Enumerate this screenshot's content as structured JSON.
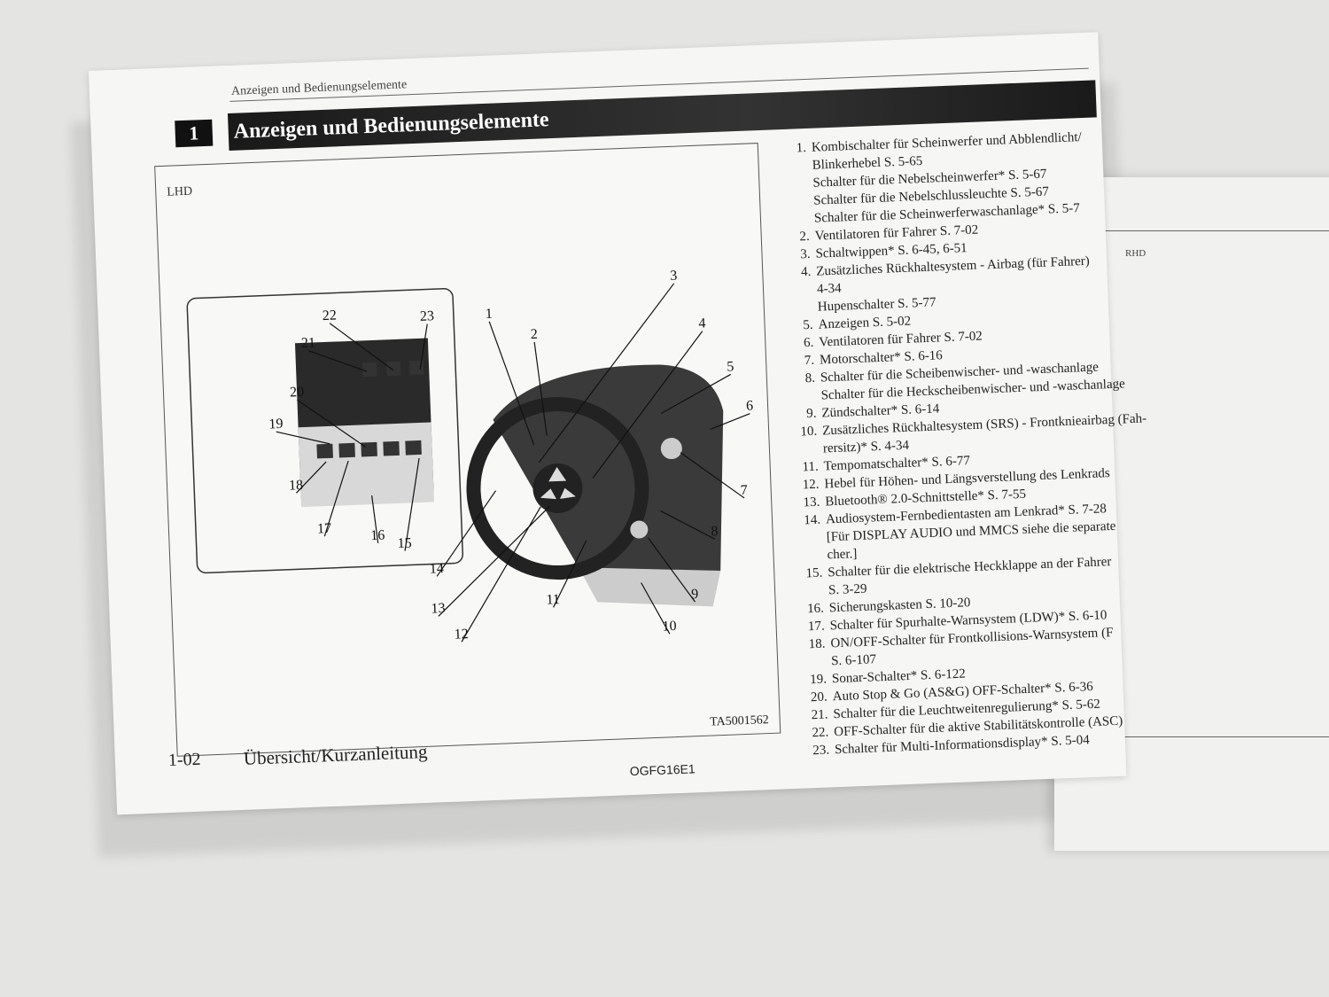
{
  "header": {
    "running_head": "Anzeigen und Bedienungselemente",
    "chapter_number": "1",
    "section_title": "Anzeigen und Bedienungselemente"
  },
  "figure": {
    "variant_label": "LHD",
    "figure_code": "TA5001562",
    "callouts": [
      "1",
      "2",
      "3",
      "4",
      "5",
      "6",
      "7",
      "8",
      "9",
      "10",
      "11",
      "12",
      "13",
      "14",
      "15",
      "16",
      "17",
      "18",
      "19",
      "20",
      "21",
      "22",
      "23"
    ]
  },
  "legend": [
    {
      "num": "1.",
      "lines": [
        "Kombischalter für Scheinwerfer und Abblendlicht/",
        "Blinkerhebel S. 5-65",
        "Schalter für die Nebelscheinwerfer* S. 5-67",
        "Schalter für die Nebelschlussleuchte S. 5-67",
        "Schalter für die Scheinwerferwaschanlage* S. 5-7"
      ]
    },
    {
      "num": "2.",
      "lines": [
        "Ventilatoren für Fahrer S. 7-02"
      ]
    },
    {
      "num": "3.",
      "lines": [
        "Schaltwippen* S. 6-45, 6-51"
      ]
    },
    {
      "num": "4.",
      "lines": [
        "Zusätzliches Rückhaltesystem - Airbag (für Fahrer)",
        "4-34",
        "Hupenschalter S. 5-77"
      ]
    },
    {
      "num": "5.",
      "lines": [
        "Anzeigen S. 5-02"
      ]
    },
    {
      "num": "6.",
      "lines": [
        "Ventilatoren für Fahrer S. 7-02"
      ]
    },
    {
      "num": "7.",
      "lines": [
        "Motorschalter* S. 6-16"
      ]
    },
    {
      "num": "8.",
      "lines": [
        "Schalter für die Scheibenwischer- und -waschanlage",
        "Schalter für die Heckscheibenwischer- und -waschanlage"
      ]
    },
    {
      "num": "9.",
      "lines": [
        "Zündschalter* S. 6-14"
      ]
    },
    {
      "num": "10.",
      "lines": [
        "Zusätzliches Rückhaltesystem (SRS) - Frontknieairbag (Fah-",
        "rersitz)* S. 4-34"
      ]
    },
    {
      "num": "11.",
      "lines": [
        "Tempomatschalter* S. 6-77"
      ]
    },
    {
      "num": "12.",
      "lines": [
        "Hebel für Höhen- und Längsverstellung des Lenkrads"
      ]
    },
    {
      "num": "13.",
      "lines": [
        "Bluetooth® 2.0-Schnittstelle* S. 7-55"
      ]
    },
    {
      "num": "14.",
      "lines": [
        "Audiosystem-Fernbedientasten am Lenkrad* S. 7-28",
        "[Für DISPLAY AUDIO und MMCS siehe die separate",
        "cher.]"
      ]
    },
    {
      "num": "15.",
      "lines": [
        "Schalter für die elektrische Heckklappe an der Fahrer",
        "S. 3-29"
      ]
    },
    {
      "num": "16.",
      "lines": [
        "Sicherungskasten S. 10-20"
      ]
    },
    {
      "num": "17.",
      "lines": [
        "Schalter für Spurhalte-Warnsystem (LDW)* S. 6-10"
      ]
    },
    {
      "num": "18.",
      "lines": [
        "ON/OFF-Schalter für Frontkollisions-Warnsystem (F",
        "S. 6-107"
      ]
    },
    {
      "num": "19.",
      "lines": [
        "Sonar-Schalter* S. 6-122"
      ]
    },
    {
      "num": "20.",
      "lines": [
        "Auto Stop & Go (AS&G) OFF-Schalter* S. 6-36"
      ]
    },
    {
      "num": "21.",
      "lines": [
        "Schalter für die Leuchtweitenregulierung* S. 5-62"
      ]
    },
    {
      "num": "22.",
      "lines": [
        "OFF-Schalter für die aktive Stabilitätskontrolle (ASC)"
      ]
    },
    {
      "num": "23.",
      "lines": [
        "Schalter für Multi-Informationsdisplay* S. 5-04"
      ]
    }
  ],
  "footer": {
    "page_number": "1-02",
    "chapter_title": "Übersicht/Kurzanleitung",
    "doc_code": "OGFG16E1"
  },
  "right_page": {
    "variant_label": "RHD"
  }
}
